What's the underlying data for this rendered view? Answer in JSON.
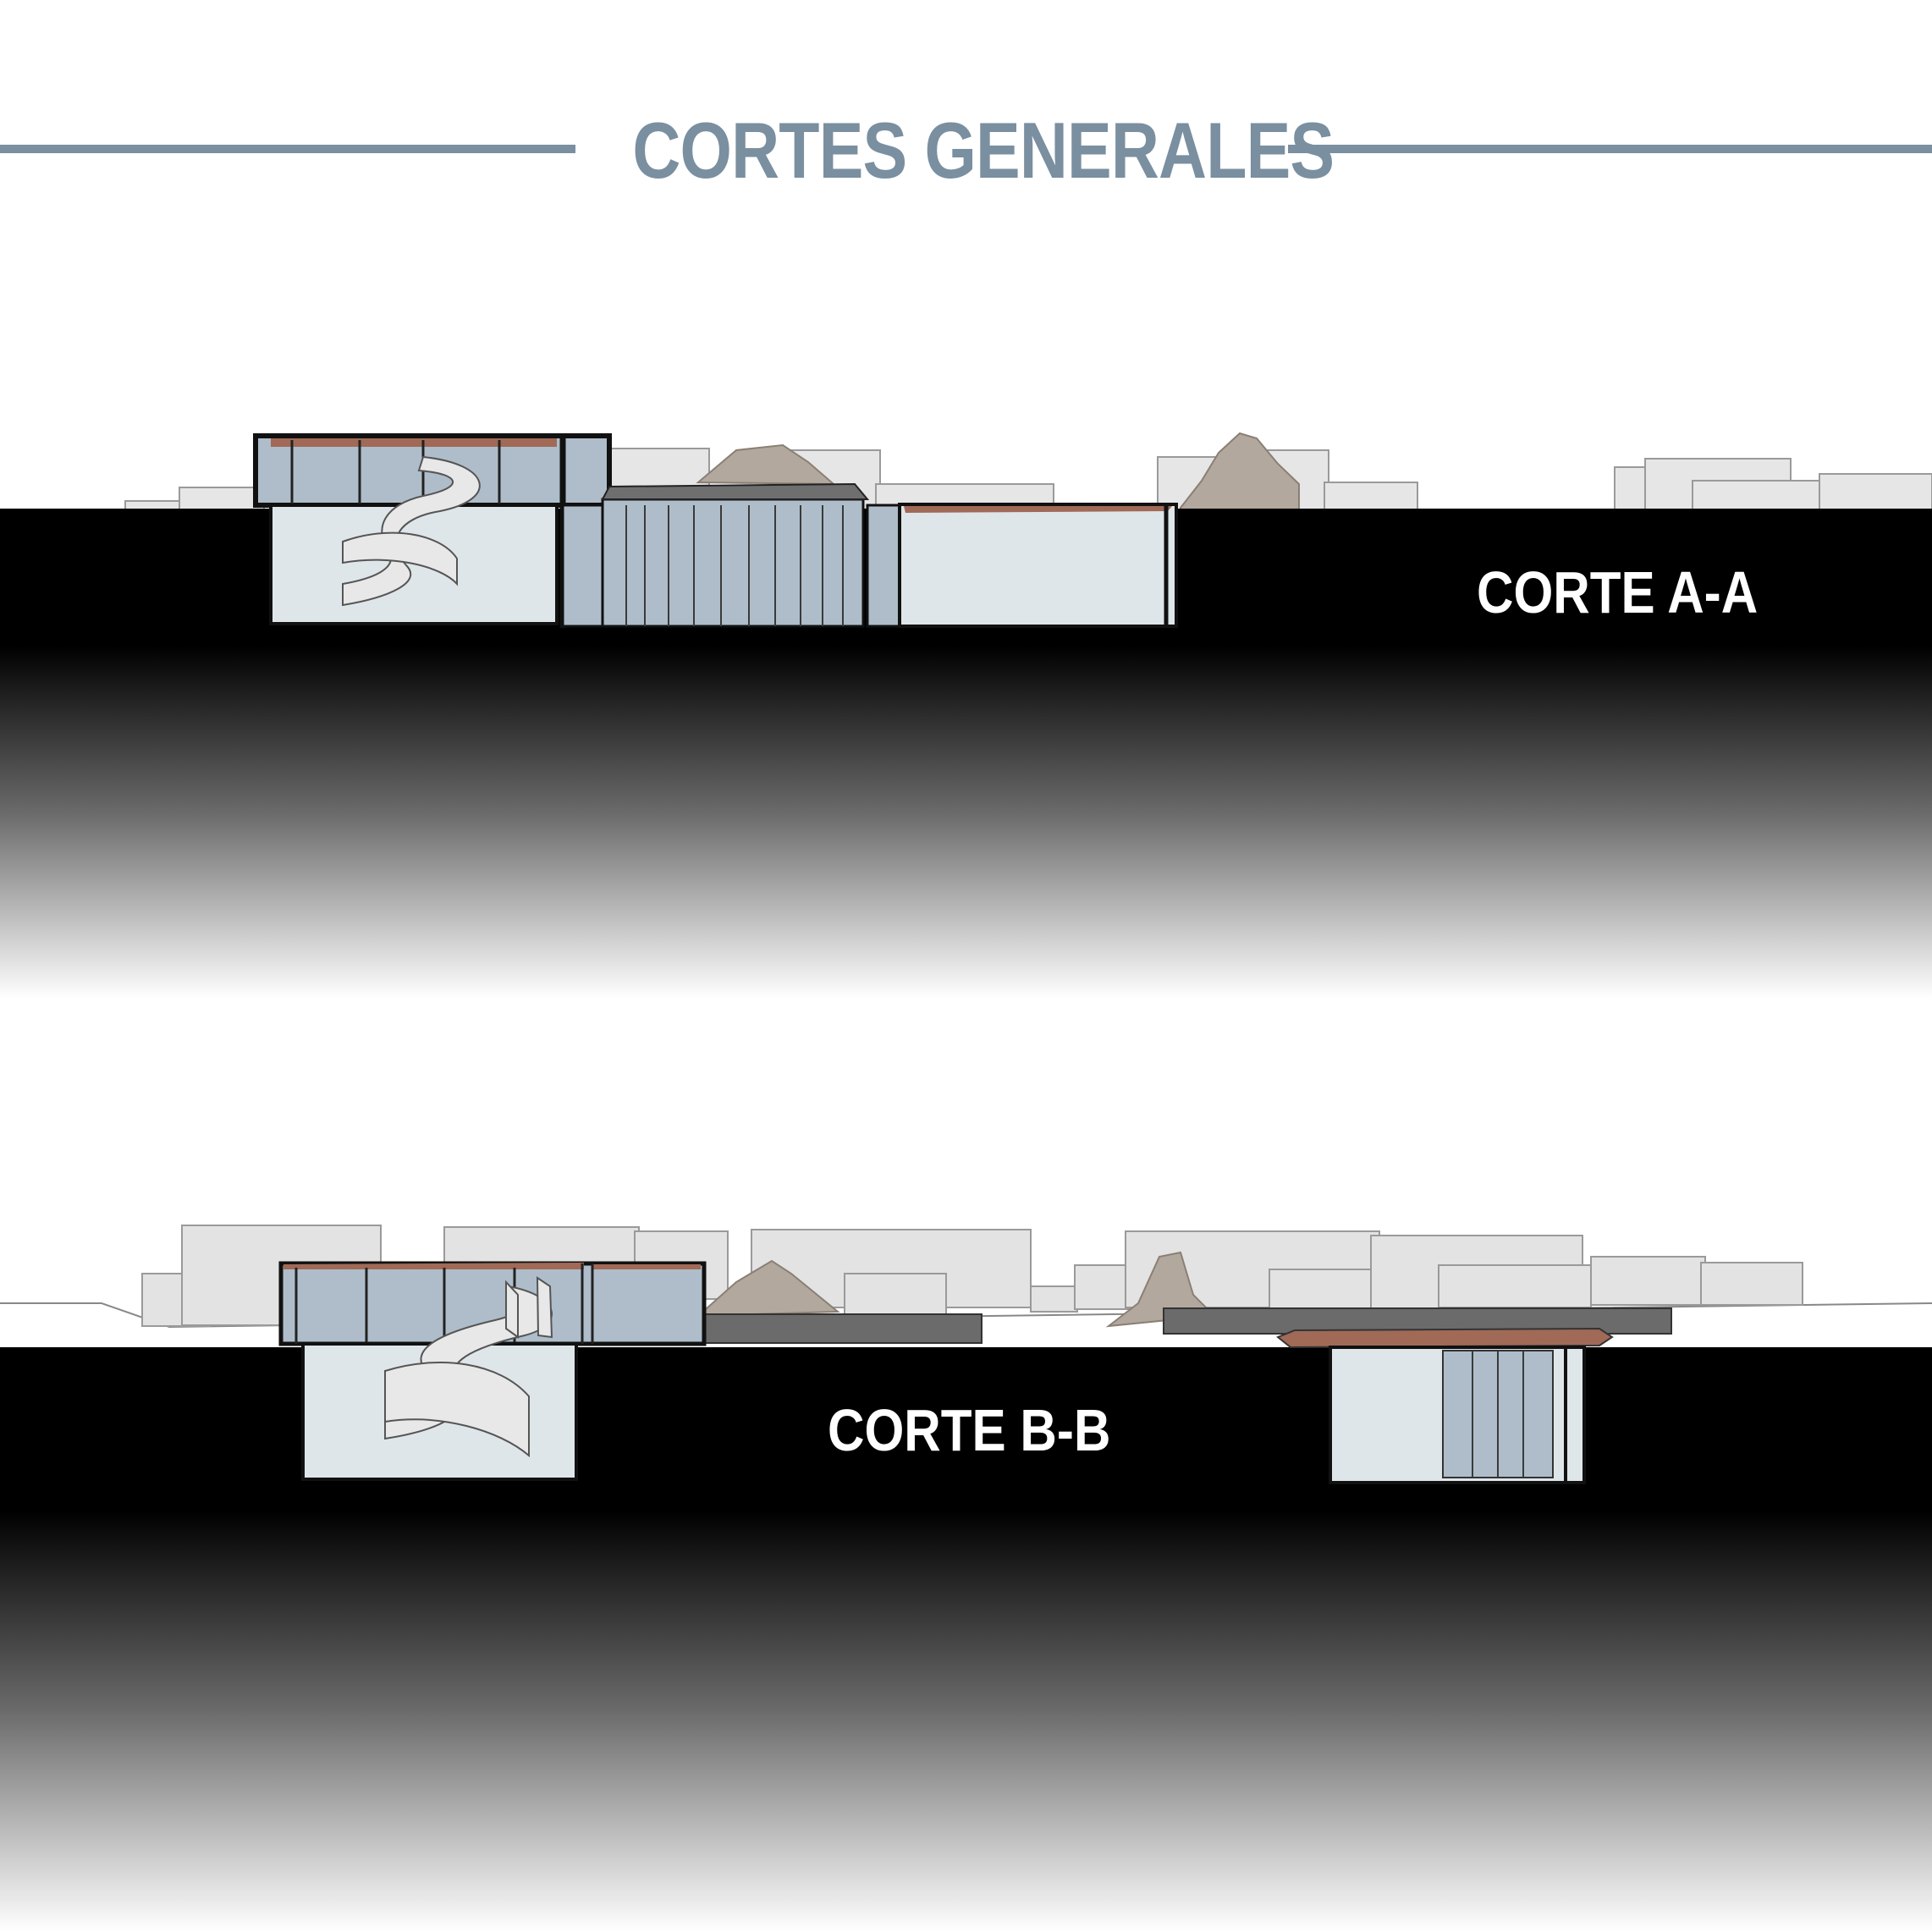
{
  "header": {
    "title": "CORTES GENERALES"
  },
  "sections": [
    {
      "label": "CORTE A-A"
    },
    {
      "label": "CORTE B-B"
    }
  ],
  "colors": {
    "title": "#7a8fa0",
    "ground": "#000000",
    "glass": "#aebdc9",
    "glass_light": "#dfe6ea",
    "rock": "#b3a89d",
    "roof_accent": "#a06a57",
    "context_buildings": "#e3e3e3",
    "label_text": "#ffffff"
  }
}
